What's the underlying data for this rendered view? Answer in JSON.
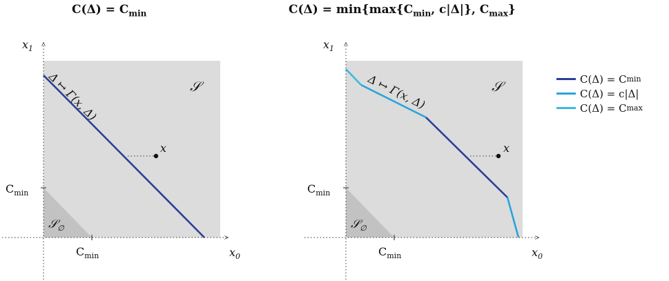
{
  "titles": {
    "left": "C(Δ) = C",
    "left_sub": "min",
    "right_pre": "C(Δ) = min{max{C",
    "right_sub1": "min",
    "right_mid": ", c|Δ|}, C",
    "right_sub2": "max",
    "right_post": "}"
  },
  "labels": {
    "x1_main": "x",
    "x1_sub": "1",
    "x0_main": "x",
    "x0_sub": "0",
    "cmin_main": "C",
    "cmin_sub": "min",
    "set_s": "𝒮",
    "set_empty_main": "𝒮",
    "set_empty_sub": "∅",
    "point": "x",
    "curve": "Δ ↦ Γ(x, Δ)"
  },
  "legend": [
    {
      "main": "C(Δ) = C",
      "sub": "min",
      "color": "#2c3f95"
    },
    {
      "main": "C(Δ) = c|Δ|",
      "sub": "",
      "color": "#2aa4da"
    },
    {
      "main": "C(Δ) = C",
      "sub": "max",
      "color": "#3db8e2"
    }
  ],
  "colors": {
    "region_s": "#dcdcdc",
    "region_empty": "#c2c2c2",
    "curve_min": "#2c3f95",
    "curve_lin": "#2aa4da",
    "curve_max": "#3db8e2"
  }
}
